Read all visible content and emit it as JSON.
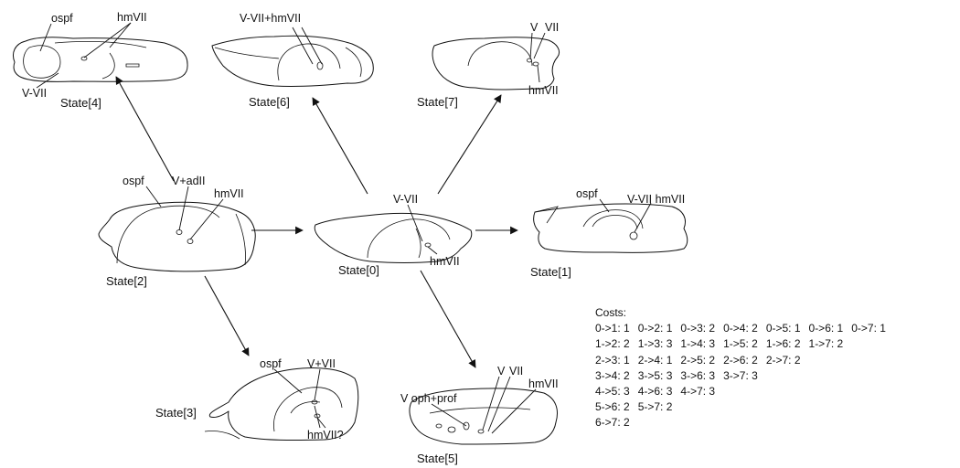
{
  "states": [
    {
      "id": "s0",
      "label": "State[0]",
      "features": {
        "v_vii": "V-VII",
        "hmvii": "hmVII"
      }
    },
    {
      "id": "s1",
      "label": "State[1]",
      "features": {
        "ospf": "ospf",
        "v_vii_hmvii": "V-VII hmVII"
      }
    },
    {
      "id": "s2",
      "label": "State[2]",
      "features": {
        "ospf": "ospf",
        "v_adii": "V+adII",
        "hmvii": "hmVII"
      }
    },
    {
      "id": "s3",
      "label": "State[3]",
      "features": {
        "ospf": "ospf",
        "v_vii": "V+VII",
        "hmvii": "hmVII?"
      }
    },
    {
      "id": "s4",
      "label": "State[4]",
      "features": {
        "ospf": "ospf",
        "hmvii": "hmVII",
        "v_vii": "V-VII"
      }
    },
    {
      "id": "s5",
      "label": "State[5]",
      "features": {
        "voph": "V oph+prof",
        "v": "V",
        "vii": "VII",
        "hmvii": "hmVII"
      }
    },
    {
      "id": "s6",
      "label": "State[6]",
      "features": {
        "v_vii_hmvii": "V-VII+hmVII"
      }
    },
    {
      "id": "s7",
      "label": "State[7]",
      "features": {
        "v": "V",
        "vii": "VII",
        "hmvii": "hmVII"
      }
    }
  ],
  "edges": [
    {
      "from": "s2",
      "to": "s4"
    },
    {
      "from": "s0",
      "to": "s6"
    },
    {
      "from": "s0",
      "to": "s7"
    },
    {
      "from": "s2",
      "to": "s0"
    },
    {
      "from": "s0",
      "to": "s1"
    },
    {
      "from": "s2",
      "to": "s3"
    },
    {
      "from": "s0",
      "to": "s5"
    }
  ],
  "costs": {
    "title": "Costs:",
    "rows": [
      [
        "0->1: 1",
        "0->2: 1",
        "0->3: 2",
        "0->4: 2",
        "0->5: 1",
        "0->6: 1",
        "0->7: 1"
      ],
      [
        "1->2: 2",
        "1->3: 3",
        "1->4: 3",
        "1->5: 2",
        "1->6: 2",
        "1->7: 2"
      ],
      [
        "2->3: 1",
        "2->4: 1",
        "2->5: 2",
        "2->6: 2",
        "2->7: 2"
      ],
      [
        "3->4: 2",
        "3->5: 3",
        "3->6: 3",
        "3->7: 3"
      ],
      [
        "4->5: 3",
        "4->6: 3",
        "4->7: 3"
      ],
      [
        "5->6: 2",
        "5->7: 2"
      ],
      [
        "6->7: 2"
      ]
    ]
  }
}
